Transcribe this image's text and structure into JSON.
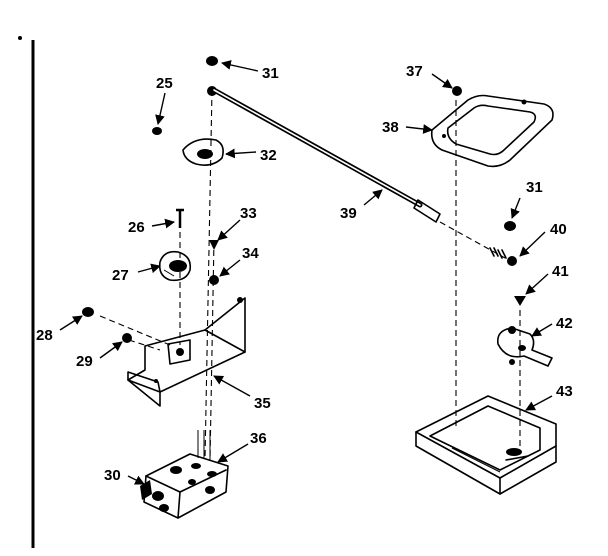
{
  "diagram": {
    "callouts": {
      "c25": "25",
      "c26": "26",
      "c27": "27",
      "c28": "28",
      "c29": "29",
      "c30": "30",
      "c31a": "31",
      "c31b": "31",
      "c32": "32",
      "c33": "33",
      "c34": "34",
      "c35": "35",
      "c36": "36",
      "c37": "37",
      "c38": "38",
      "c39": "39",
      "c40": "40",
      "c41": "41",
      "c42": "42",
      "c43": "43"
    }
  }
}
